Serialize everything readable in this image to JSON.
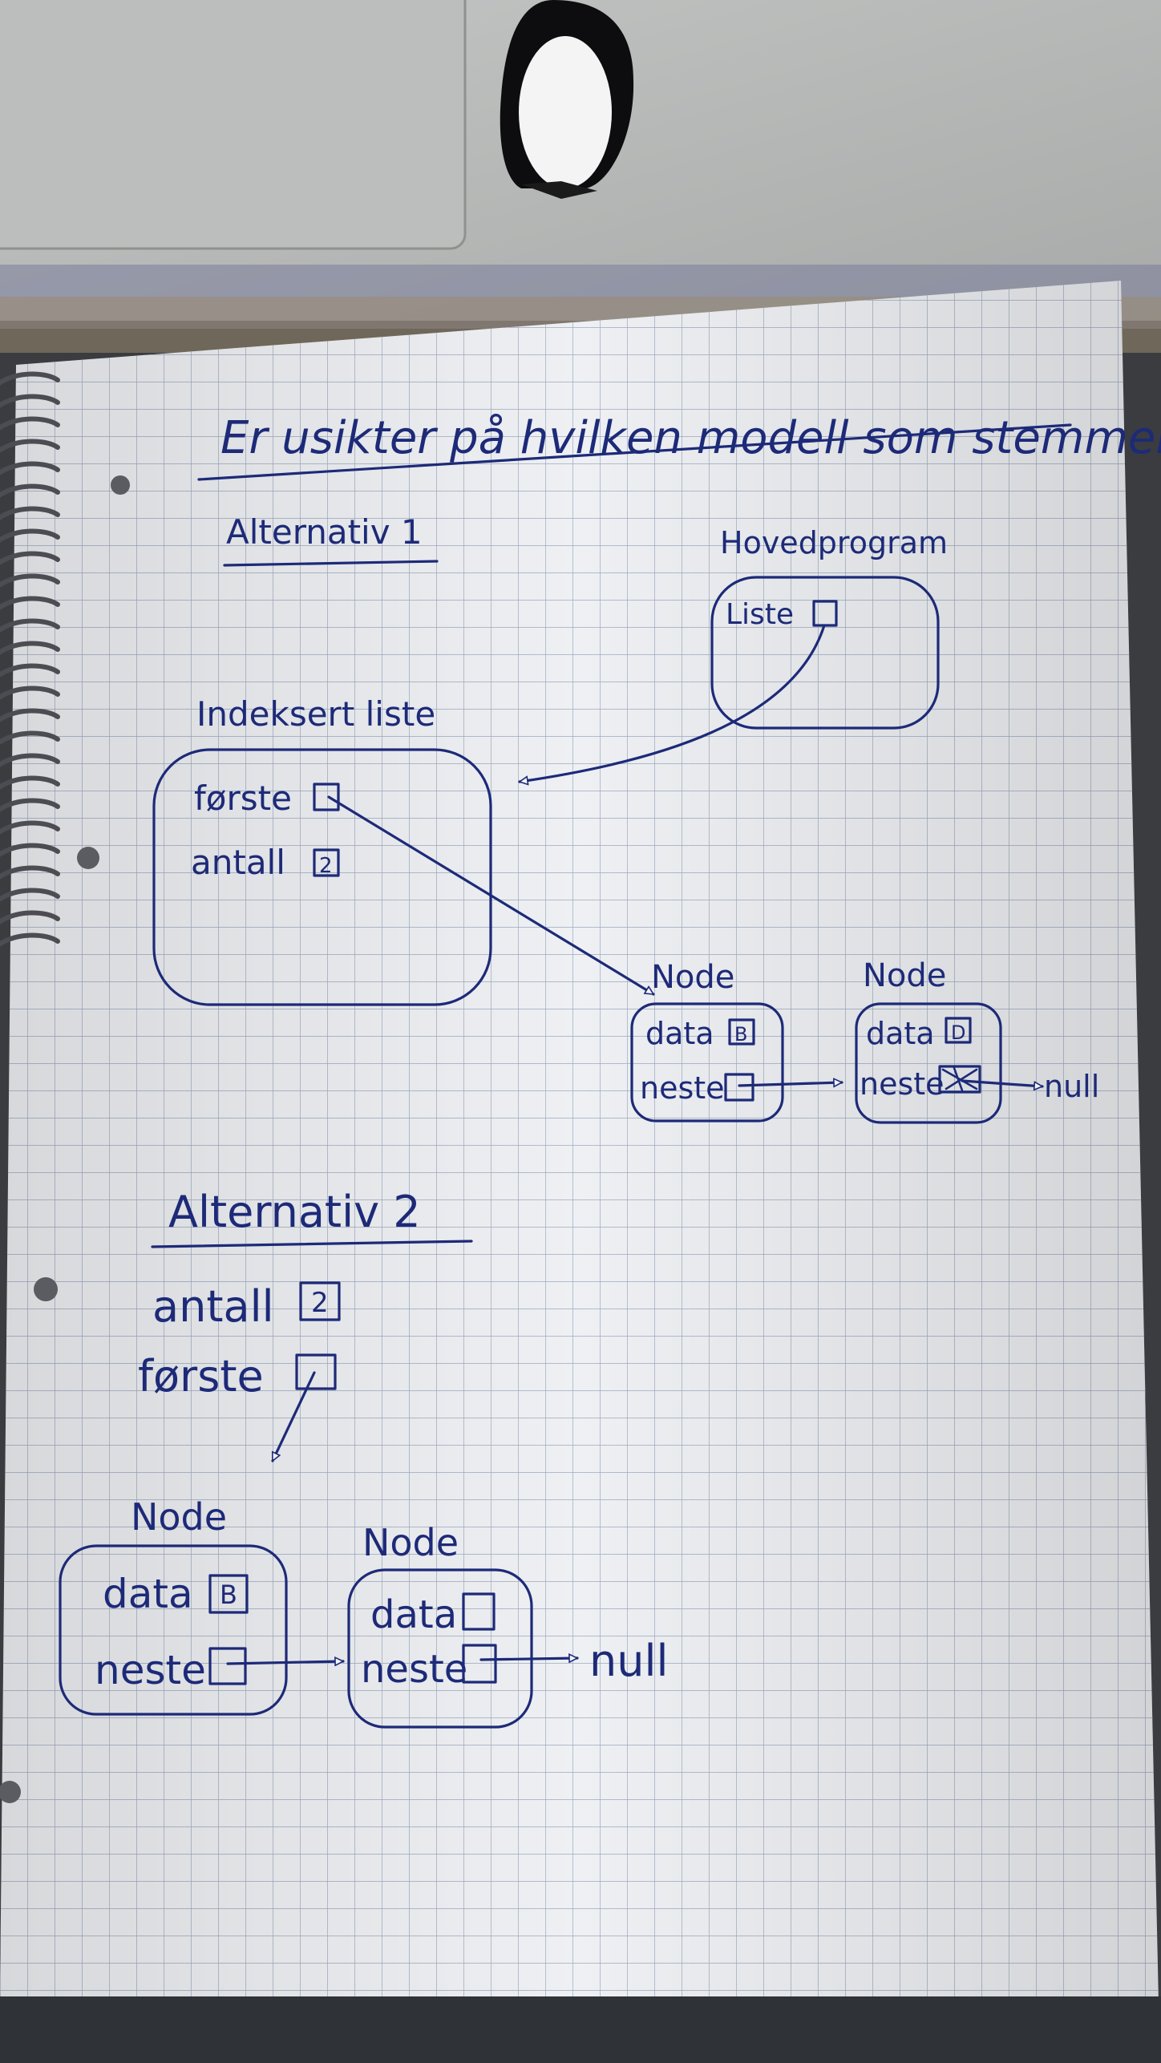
{
  "heading": "Er usikter på hvilken modell som stemmer :",
  "alt1": {
    "title": "Alternativ 1",
    "main": {
      "title": "Hovedprogram",
      "field": "Liste"
    },
    "list": {
      "title": "Indeksert liste",
      "first_label": "første",
      "count_label": "antall",
      "count_value": "2"
    },
    "node1": {
      "title": "Node",
      "data_label": "data",
      "data_value": "B",
      "next_label": "neste"
    },
    "node2": {
      "title": "Node",
      "data_label": "data",
      "data_value": "D",
      "next_label": "neste",
      "null_label": "null"
    }
  },
  "alt2": {
    "title": "Alternativ 2",
    "count_label": "antall",
    "count_value": "2",
    "first_label": "første",
    "node1": {
      "title": "Node",
      "data_label": "data",
      "data_value": "B",
      "next_label": "neste"
    },
    "node2": {
      "title": "Node",
      "data_label": "data",
      "next_label": "neste",
      "null_label": "null"
    }
  },
  "colors": {
    "ink": "#1d2a78",
    "grid": "#9aa6bd",
    "paper": "#eef0f3",
    "laptop": "#b9bbba"
  },
  "icons": {
    "sticker": "penguin-sticker-icon"
  }
}
